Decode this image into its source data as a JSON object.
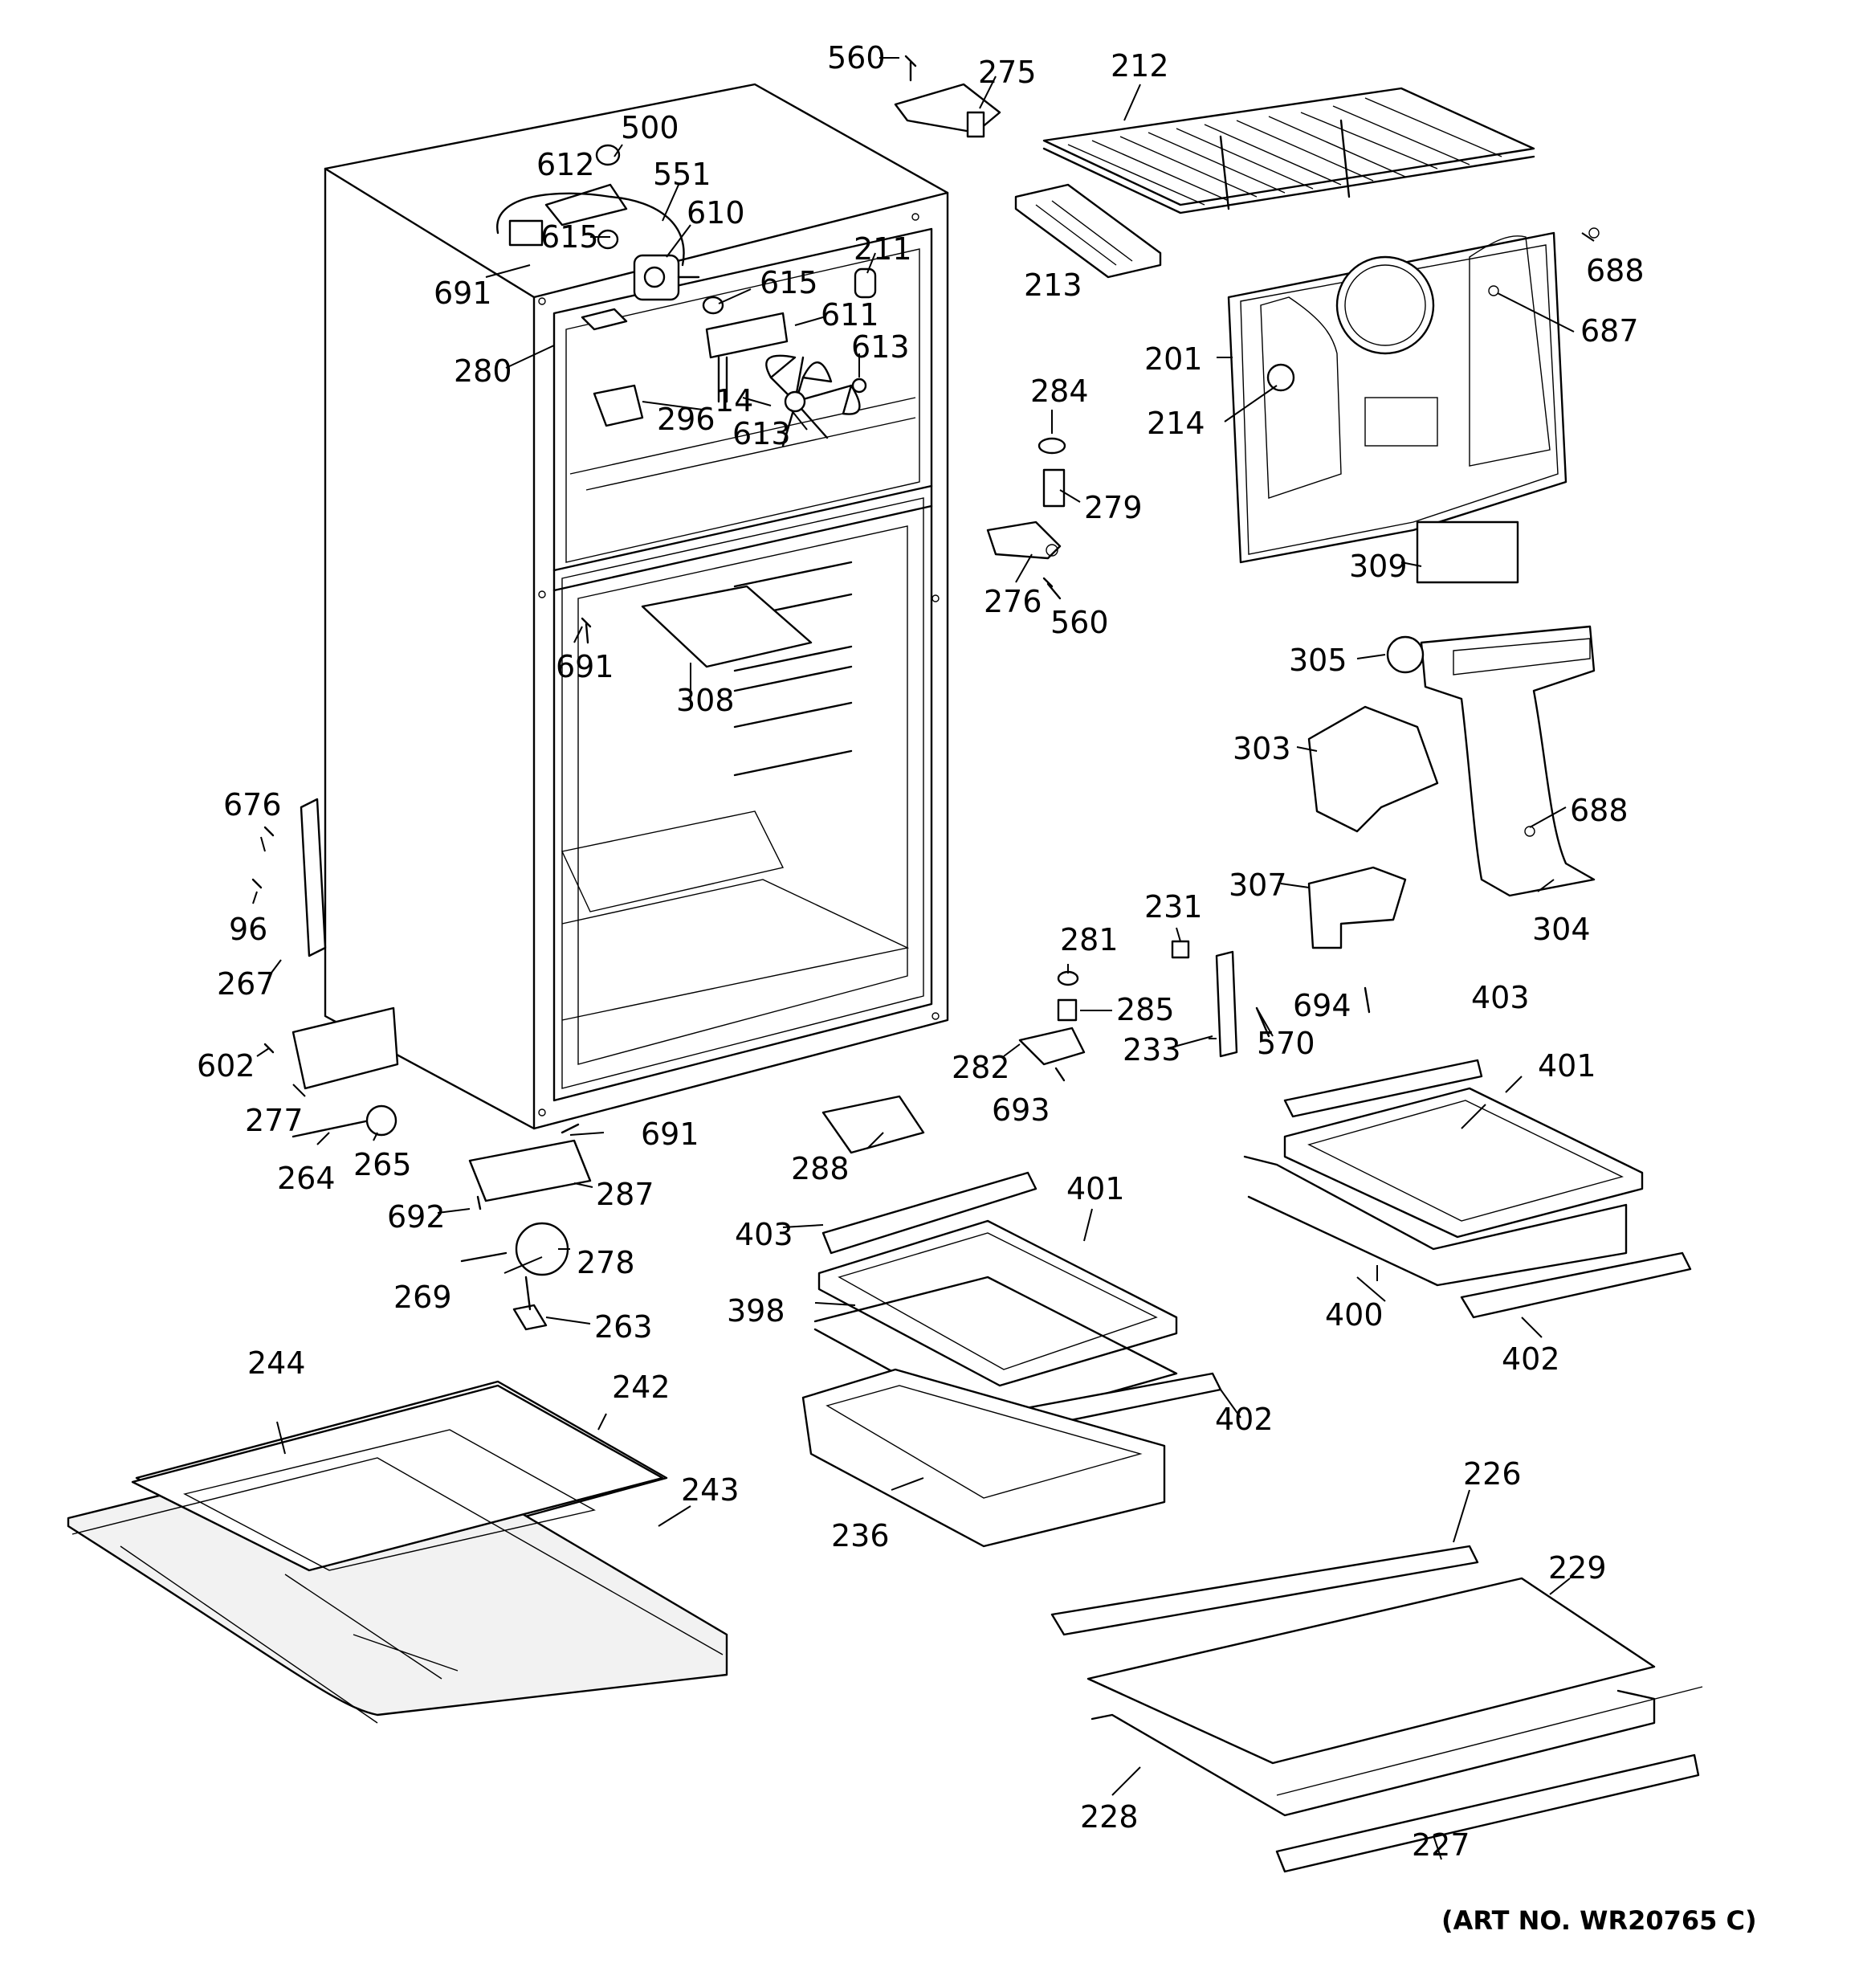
{
  "art_number": "(ART NO. WR20765 C)",
  "labels": {
    "p560a": "560",
    "p275": "275",
    "p212": "212",
    "p500": "500",
    "p612": "612",
    "p551": "551",
    "p610": "610",
    "p615a": "615",
    "p691a": "691",
    "p211": "211",
    "p615b": "615",
    "p611": "611",
    "p613a": "613",
    "p280": "280",
    "p14": "14",
    "p296": "296",
    "p613b": "613",
    "p213": "213",
    "p688a": "688",
    "p687": "687",
    "p201": "201",
    "p214": "214",
    "p284": "284",
    "p279": "279",
    "p309": "309",
    "p276": "276",
    "p560b": "560",
    "p691b": "691",
    "p308": "308",
    "p305": "305",
    "p303": "303",
    "p688b": "688",
    "p307": "307",
    "p304": "304",
    "p676": "676",
    "p96": "96",
    "p267": "267",
    "p231": "231",
    "p281": "281",
    "p285": "285",
    "p694": "694",
    "p570": "570",
    "p233": "233",
    "p282": "282",
    "p693": "693",
    "p602": "602",
    "p277": "277",
    "p264": "264",
    "p265": "265",
    "p691c": "691",
    "p288": "288",
    "p403a": "403",
    "p401a": "401",
    "p287": "287",
    "p692": "692",
    "p403b": "403",
    "p401b": "401",
    "p269": "269",
    "p278": "278",
    "p263": "263",
    "p398": "398",
    "p400": "400",
    "p402a": "402",
    "p244": "244",
    "p242": "242",
    "p402b": "402",
    "p243": "243",
    "p236": "236",
    "p226": "226",
    "p229": "229",
    "p228": "228",
    "p227": "227"
  }
}
